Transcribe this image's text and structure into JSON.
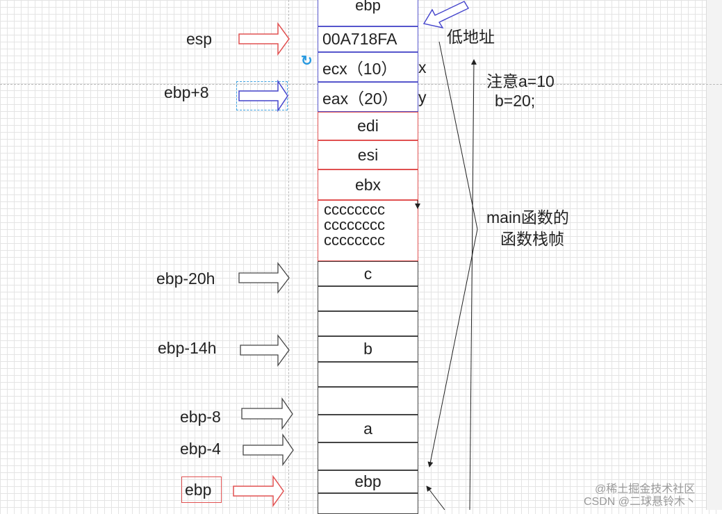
{
  "stack_cells": [
    "ebp",
    "00A718FA",
    "ecx（10）",
    "eax（20）",
    "edi",
    "esi",
    "ebx",
    [
      "cccccccc",
      "cccccccc",
      "cccccccc"
    ],
    "c",
    "",
    "",
    "b",
    "",
    "",
    "a",
    "",
    "ebp",
    ""
  ],
  "side_labels": {
    "x": "x",
    "y": "y"
  },
  "pointer_labels": {
    "esp": "esp",
    "ebp_plus_8": "ebp+8",
    "ebp_minus_20h": "ebp-20h",
    "ebp_minus_14h": "ebp-14h",
    "ebp_minus_8": "ebp-8",
    "ebp_minus_4": "ebp-4",
    "ebp": "ebp"
  },
  "notes": {
    "low_address": "低地址",
    "attention_line1": "注意a=10",
    "attention_line2": "b=20;",
    "frame_line1": "main函数的",
    "frame_line2": "函数栈帧"
  },
  "watermark": {
    "line1": "@稀土掘金技术社区",
    "line2": "CSDN @二球悬铃木丶"
  },
  "colors": {
    "blue_border": "#5555cc",
    "red_border": "#e05050",
    "arrow_red": "#e05050",
    "arrow_blue": "#4444cc",
    "arrow_black": "#444444",
    "selection": "#3aa0e0"
  }
}
